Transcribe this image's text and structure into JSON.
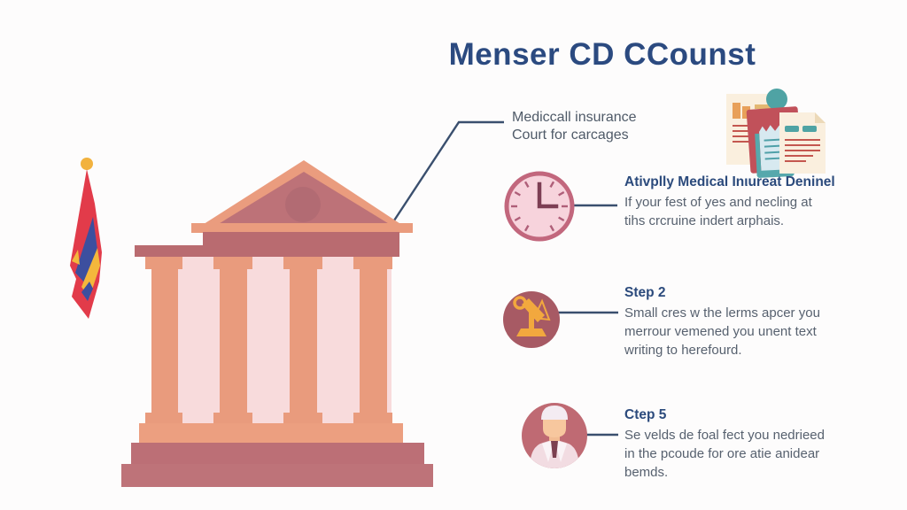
{
  "title": "Menser CD CCounst",
  "callout": {
    "line1": "Mediccall insurance",
    "line2": "Court for carcages"
  },
  "steps": [
    {
      "icon": "clock-icon",
      "heading": "Ativplly Medical Inιureat Deninel",
      "body_lines": [
        "If your fest of yes and necling at",
        "tihs crcruine indert arphais."
      ]
    },
    {
      "icon": "gavel-icon",
      "heading": "Step 2",
      "body_lines": [
        "Small cres w the lerms apcer you",
        "merrour vemened you unent text",
        "writing to herefourd."
      ]
    },
    {
      "icon": "person-icon",
      "heading": "Ctep 5",
      "body_lines": [
        "Se velds de foal fect you nedrieed",
        "in the pcoude for ore atie anidear",
        "bemds."
      ]
    }
  ],
  "decorations": [
    "courthouse-illustration",
    "flag-illustration",
    "documents-icon"
  ],
  "palette": {
    "title_blue": "#2b4a80",
    "heading_blue": "#2b4a7c",
    "body_gray": "#57616f",
    "connector_line": "#3a4f6e",
    "building_salmon": "#e99b7d",
    "building_rose": "#b96b70",
    "building_wall_pink": "#f8dbdc",
    "pediment_fill": "#bd7278",
    "clock_fill": "#f7d3dc",
    "clock_border": "#c2677d",
    "clock_hands": "#7d3e54",
    "step2_circle": "#a75a64",
    "step3_circle": "#bf6a73",
    "gavel_gold": "#f2a83e",
    "flag_red": "#e23b4a",
    "flag_blue": "#3c4f9f",
    "flag_yellow": "#f4b73c",
    "doc_cream": "#faefde",
    "doc_teal": "#4fa3a4",
    "doc_folder_red": "#c1515a"
  }
}
